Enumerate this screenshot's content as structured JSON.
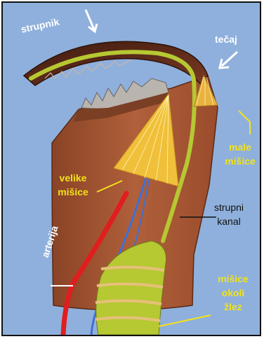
{
  "labels": {
    "strupnik": "strupnik",
    "tecaj": "tečaj",
    "male_line1": "male",
    "male_line2": "mišice",
    "velike_line1": "velike",
    "velike_line2": "mišice",
    "strupni_line1": "strupni",
    "strupni_line2": "kanal",
    "arterija": "arterija",
    "okoli_line1": "mišice",
    "okoli_line2": "okoli",
    "okoli_line3": "žlez"
  },
  "colors": {
    "background": "#8fb0dc",
    "tissue": "#a0522d",
    "fang": "#5a2a1c",
    "canal": "#b6c832",
    "muscle": "#f0c03a",
    "artery": "#e01e1e",
    "nerve": "#3f6fd6",
    "label_white": "#ffffff",
    "label_yellow": "#f2e21a",
    "label_black": "#111111"
  }
}
